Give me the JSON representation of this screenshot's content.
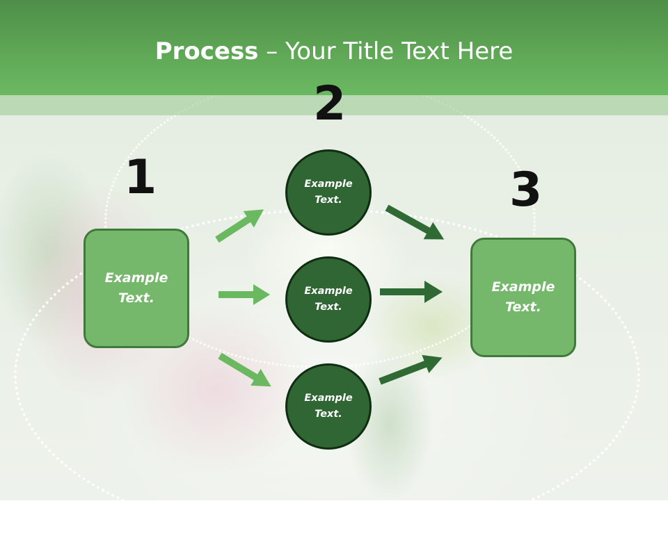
{
  "slide": {
    "title_bold": "Process",
    "title_rest": " – Your Title Text Here"
  },
  "steps": {
    "one": "1",
    "two": "2",
    "three": "3"
  },
  "left_box": {
    "text": "Example\nText."
  },
  "circles": [
    {
      "text": "Example\nText."
    },
    {
      "text": "Example\nText."
    },
    {
      "text": "Example\nText."
    }
  ],
  "right_box": {
    "text": "Example\nText."
  },
  "colors": {
    "header_green": "#60a957",
    "light_green_fill": "#76b86b",
    "dark_green_fill": "#2f6633",
    "light_arrow": "#6ab85f",
    "dark_arrow": "#2f6a34"
  }
}
